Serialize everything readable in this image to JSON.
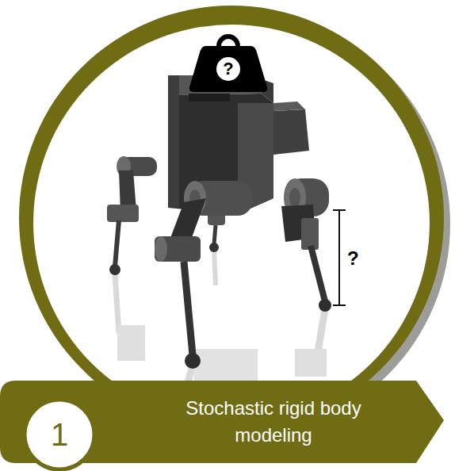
{
  "diagram": {
    "nodes": [
      {
        "text": [
          "Stochastic rigid body modeling"
        ]
      },
      {
        "text": [
          "1"
        ],
        "in": 0
      },
      {
        "text": [
          "?"
        ]
      }
    ],
    "labels": [
      "?"
    ]
  }
}
